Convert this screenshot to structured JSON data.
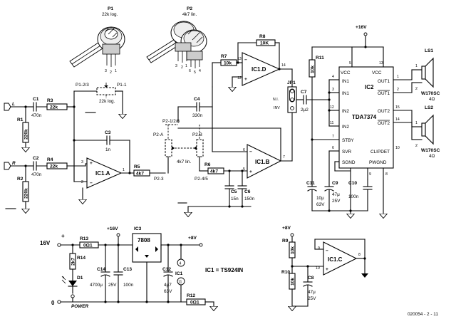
{
  "title_hint": "",
  "potentiometers": {
    "p1": {
      "ref": "P1",
      "value": "22k log.",
      "value_inline": "22k log."
    },
    "p2": {
      "ref": "P2",
      "value": "4k7 lin.",
      "value_inline": "4k7 lin."
    },
    "p1_pins": [
      "3",
      "2",
      "1"
    ],
    "p2_pins": [
      "3",
      "2",
      "1",
      "6",
      "5",
      "4"
    ],
    "p1_sections": {
      "a": "P1-2/3",
      "b": "P1-1"
    },
    "p2_sections": {
      "a": "P2-1/2/6",
      "b": "P2-A",
      "c": "P2.B",
      "d": "P2-3",
      "e": "P2-4/5"
    }
  },
  "inputs": {
    "left": {
      "label": "L"
    },
    "right": {
      "label": "R"
    }
  },
  "resistors": {
    "r1": {
      "ref": "R1",
      "value": "220k"
    },
    "r2": {
      "ref": "R2",
      "value": "220k"
    },
    "r3": {
      "ref": "R3",
      "value": "22k"
    },
    "r4": {
      "ref": "R4",
      "value": "22k"
    },
    "r5": {
      "ref": "R5",
      "value": "4k7"
    },
    "r6": {
      "ref": "R6",
      "value": "4k7"
    },
    "r7": {
      "ref": "R7",
      "value": "10k"
    },
    "r8": {
      "ref": "R8",
      "value": "10K"
    },
    "r9": {
      "ref": "R9",
      "value": "10k"
    },
    "r10": {
      "ref": "R10",
      "value": "10k"
    },
    "r11": {
      "ref": "R11",
      "value": "10k"
    },
    "r12": {
      "ref": "R12",
      "value": "0Ω1"
    },
    "r13": {
      "ref": "R13",
      "value": "0Ω1"
    },
    "r14": {
      "ref": "R14",
      "value": "2k7"
    }
  },
  "capacitors": {
    "c1": {
      "ref": "C1",
      "value": "470n"
    },
    "c2": {
      "ref": "C2",
      "value": "470n"
    },
    "c3": {
      "ref": "C3",
      "value": "1n"
    },
    "c4": {
      "ref": "C4",
      "value": "330n"
    },
    "c5": {
      "ref": "C5",
      "value": "15n"
    },
    "c6": {
      "ref": "C6",
      "value": "150n"
    },
    "c7": {
      "ref": "C7",
      "value": "2μ2"
    },
    "c8": {
      "ref": "C8",
      "value": "47μ",
      "voltage": "25V"
    },
    "c9": {
      "ref": "C9",
      "value": "47μ",
      "voltage": "25V"
    },
    "c10": {
      "ref": "C10",
      "value": "100n"
    },
    "c11": {
      "ref": "C11",
      "value": "10μ",
      "voltage": "63V"
    },
    "c12": {
      "ref": "C12",
      "value": "4μ7",
      "voltage": "63V"
    },
    "c13": {
      "ref": "C13",
      "value": "100n"
    },
    "c14": {
      "ref": "C14",
      "value": "4700μ",
      "voltage": "25V"
    }
  },
  "opamps": {
    "ic1a": {
      "ref": "IC1.A",
      "pins": {
        "plus": "3",
        "minus": "2",
        "out": "1"
      }
    },
    "ic1b": {
      "ref": "IC1.B",
      "pins": {
        "plus": "5",
        "minus": "6",
        "out": "7"
      }
    },
    "ic1c": {
      "ref": "IC1.C",
      "pins": {
        "plus": "10",
        "minus": "9",
        "out": "8"
      }
    },
    "ic1d": {
      "ref": "IC1.D",
      "pins": {
        "plus": "12",
        "minus": "13",
        "out": "14"
      }
    },
    "ic1": {
      "ref": "IC1",
      "pin_top": "4",
      "pin_bottom": "11"
    }
  },
  "ic1_note": "IC1 = TS924IN",
  "jumper": {
    "ref": "JP1",
    "pos_a": "N.I.",
    "pos_b": "INV"
  },
  "ic2": {
    "ref": "IC2",
    "part": "TDA7374",
    "left_pins": [
      {
        "name": "IN1",
        "num": "4"
      },
      {
        "name": "IN1",
        "num": "3"
      },
      {
        "name": "IN2",
        "num": "12"
      },
      {
        "name": "IN2",
        "num": "11"
      },
      {
        "name": "STBY",
        "num": "7"
      },
      {
        "name": "SVR",
        "num": "6"
      },
      {
        "name": "SGND",
        "num": "9"
      }
    ],
    "right_pins": [
      {
        "name": "OUT1",
        "num": "1"
      },
      {
        "name": "OUT1",
        "num": "2"
      },
      {
        "name": "OUT2",
        "num": "15"
      },
      {
        "name": "OUT2",
        "num": "14"
      },
      {
        "name": "CLIPDET",
        "num": "10"
      },
      {
        "name": "PWGND",
        "num": "8"
      }
    ],
    "top_pins": [
      {
        "name": "VCC",
        "num": "5"
      },
      {
        "name": "VCC",
        "num": "13"
      }
    ],
    "pin_sgnd_bottom": "9"
  },
  "speakers": {
    "ls1": {
      "ref": "LS1",
      "model": "W170SC",
      "imp": "4Ω",
      "pins": [
        "1",
        "2"
      ]
    },
    "ls2": {
      "ref": "LS2",
      "model": "W170SC",
      "imp": "4Ω",
      "pins": [
        "1",
        "2"
      ]
    }
  },
  "regulator": {
    "ref": "IC3",
    "part": "7808"
  },
  "led": {
    "ref": "D1",
    "label": "POWER"
  },
  "rails": {
    "v16_top": "+16V",
    "v16_reg": "+16V",
    "v16_in": "16V",
    "v8_out": "+8V",
    "v8_ic1c": "+8V",
    "zero": "0",
    "plus": "+"
  },
  "footer_code": "020054 - 2 - 11"
}
